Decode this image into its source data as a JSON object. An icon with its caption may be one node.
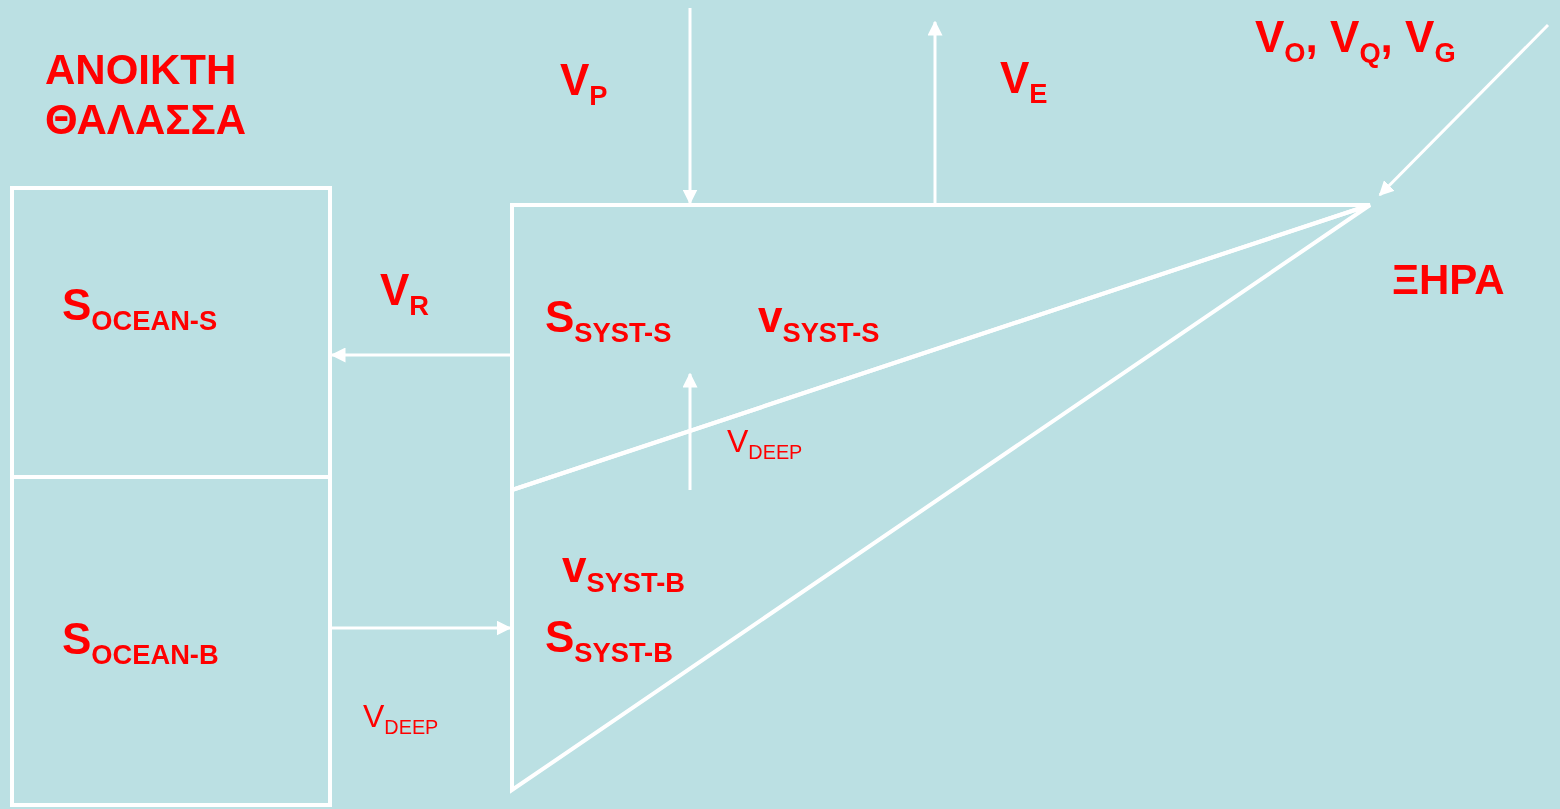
{
  "diagram": {
    "nodes": [
      {
        "text": [
          "S$_{OCEAN-S}$"
        ]
      },
      {
        "text": [
          "S$_{OCEAN-B}$"
        ]
      },
      {
        "text": [
          "S$_{SYST-S}$",
          "v$_{SYST-S}$"
        ]
      },
      {
        "text": [
          "v$_{SYST-B}$",
          "S$_{SYST-B}$"
        ]
      }
    ],
    "edges": [
      {
        "from": null,
        "to": 2,
        "arrow": "to",
        "label": "V$_{P}$"
      },
      {
        "from": 2,
        "to": null,
        "arrow": "to",
        "label": "V$_{E}$"
      },
      {
        "from": null,
        "to": 2,
        "arrow": "to",
        "label": "V$_{O}$, V$_{Q}$, V$_{G}$"
      },
      {
        "from": 2,
        "to": 0,
        "arrow": "to",
        "label": "V$_{R}$"
      },
      {
        "from": 3,
        "to": 2,
        "arrow": "to",
        "label": "V$_{DEEP}$"
      },
      {
        "from": 1,
        "to": 3,
        "arrow": "to",
        "label": "V$_{DEEP}$"
      }
    ],
    "labels": [
      "ΑΝΟΙΚΤΗ ΘΑΛΑΣΣΑ",
      "ΞΗΡΑ"
    ]
  }
}
